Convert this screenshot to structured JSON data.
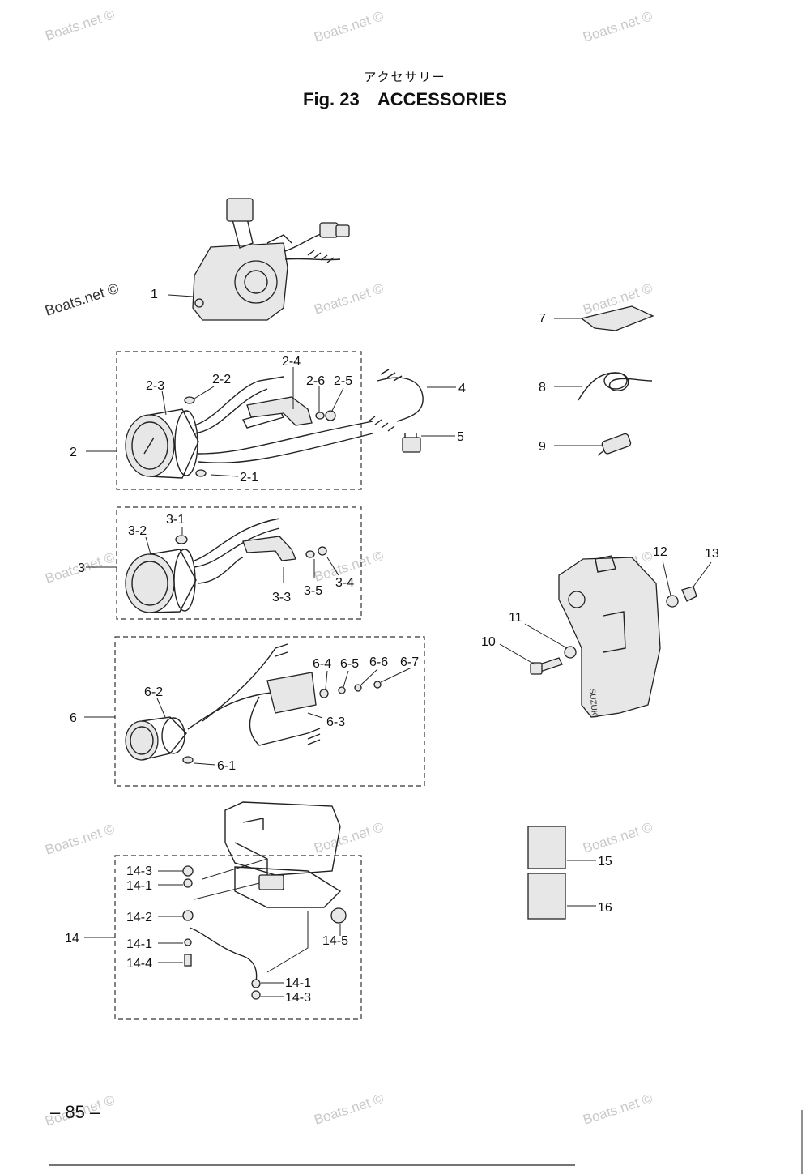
{
  "header": {
    "subtitle_jp": "アクセサリー",
    "fig_number": "Fig. 23",
    "fig_title": "ACCESSORIES"
  },
  "page_number": "– 85 –",
  "watermark": "Boats.net ©",
  "callouts": {
    "p1": "1",
    "p2": "2",
    "p2_1": "2-1",
    "p2_2": "2-2",
    "p2_3": "2-3",
    "p2_4": "2-4",
    "p2_5": "2-5",
    "p2_6": "2-6",
    "p3": "3",
    "p3_1": "3-1",
    "p3_2": "3-2",
    "p3_3": "3-3",
    "p3_4": "3-4",
    "p3_5": "3-5",
    "p4": "4",
    "p5": "5",
    "p6": "6",
    "p6_1": "6-1",
    "p6_2": "6-2",
    "p6_3": "6-3",
    "p6_4": "6-4",
    "p6_5": "6-5",
    "p6_6": "6-6",
    "p6_7": "6-7",
    "p7": "7",
    "p8": "8",
    "p9": "9",
    "p10": "10",
    "p11": "11",
    "p12": "12",
    "p13": "13",
    "p14": "14",
    "p14_1a": "14-1",
    "p14_1b": "14-1",
    "p14_1c": "14-1",
    "p14_2": "14-2",
    "p14_3a": "14-3",
    "p14_3b": "14-3",
    "p14_4": "14-4",
    "p14_5": "14-5",
    "p15": "15",
    "p16": "16"
  },
  "bracket_stamp": "SUZUKI"
}
